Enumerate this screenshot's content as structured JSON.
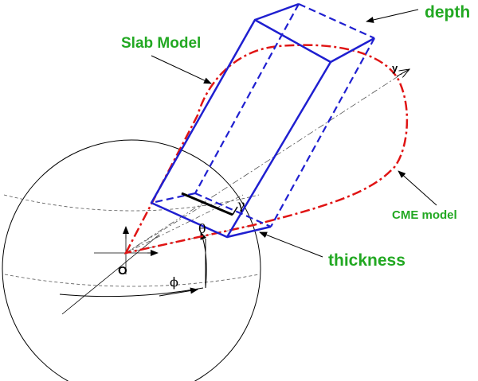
{
  "labels": {
    "depth": "depth",
    "slab_model": "Slab Model",
    "cme_model": "CME model",
    "thickness": "thickness",
    "origin": "O",
    "theta": "θ",
    "phi": "ϕ",
    "gamma": "γ",
    "y_axis": "y"
  },
  "colors": {
    "label_green": "#22a822",
    "slab_blue": "#1f1fd0",
    "cme_red": "#e01414",
    "line_black": "#000000"
  }
}
